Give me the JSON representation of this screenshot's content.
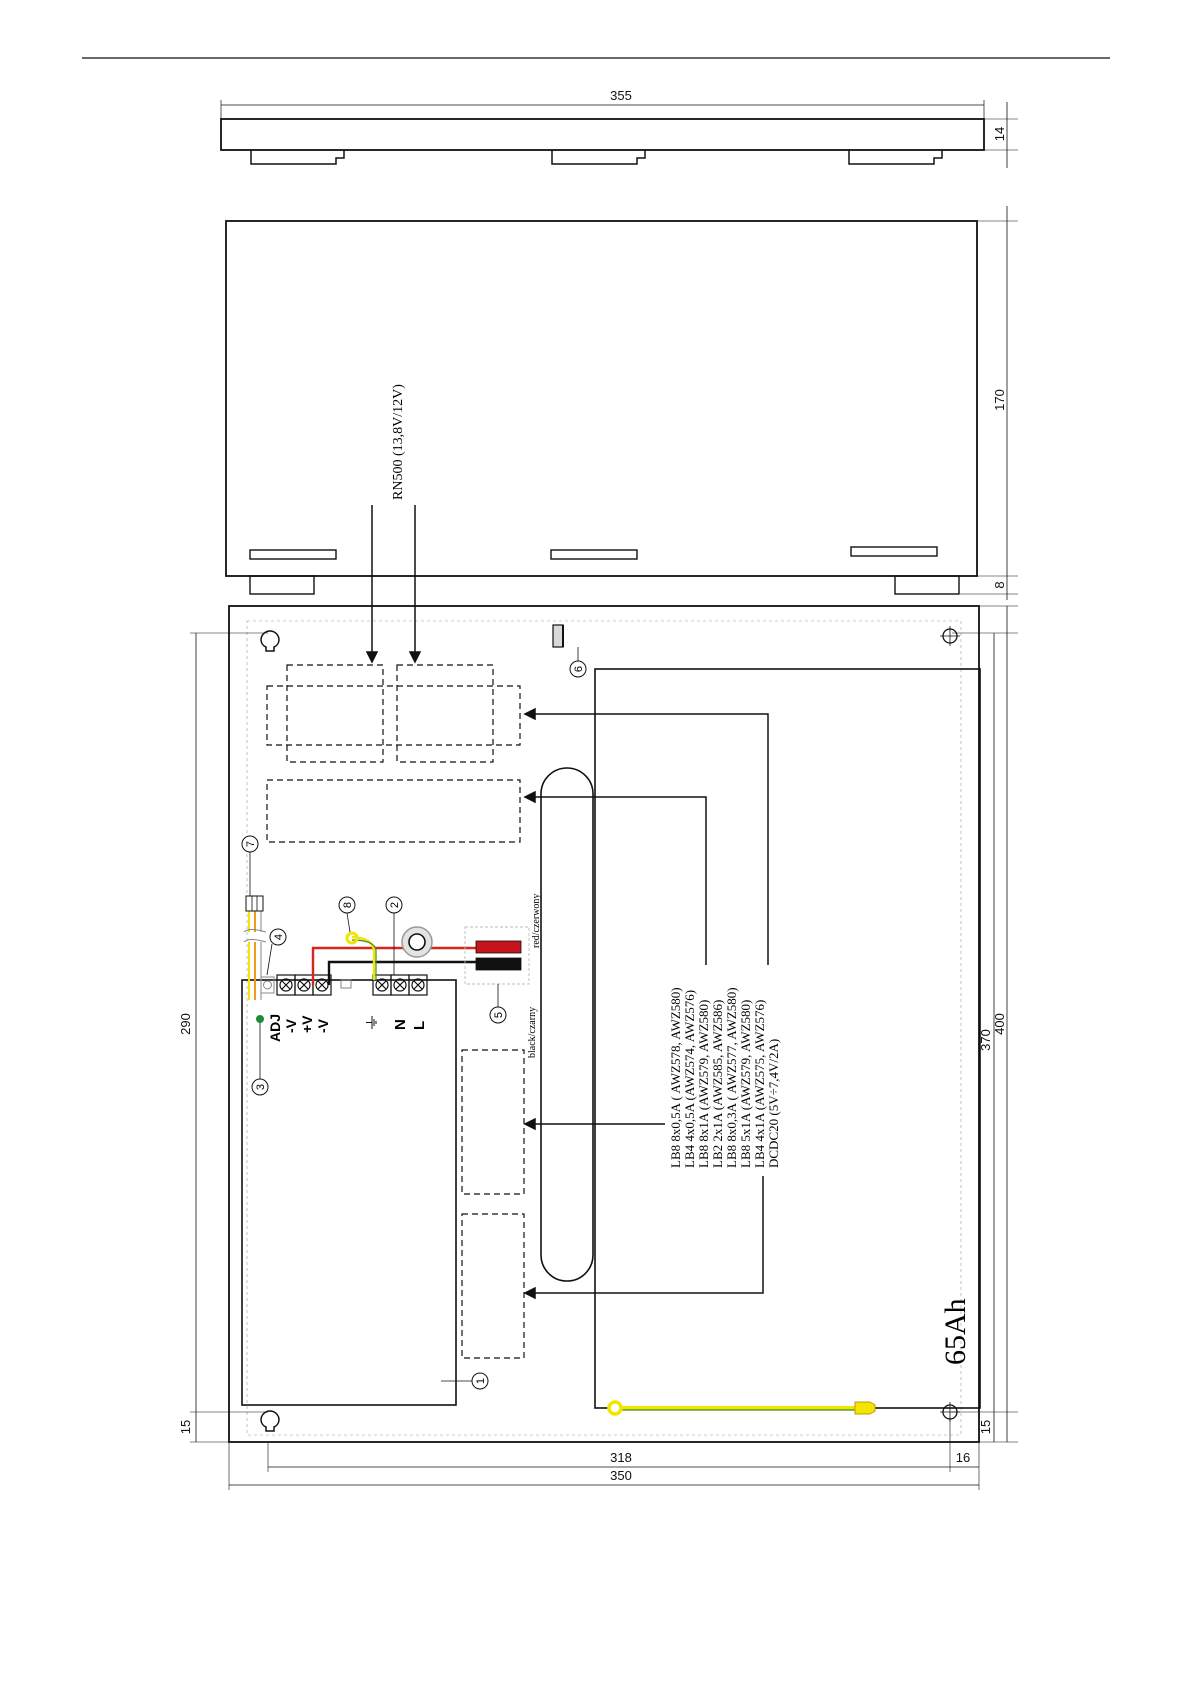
{
  "dimensions": {
    "lid_width": "355",
    "lid_thickness": "14",
    "cover_height": "170",
    "cover_gap": "8",
    "height_290": "290",
    "height_370": "370",
    "height_400": "400",
    "margin_15_left": "15",
    "margin_15_right": "15",
    "width_318": "318",
    "width_16": "16",
    "width_350": "350"
  },
  "labels": {
    "rn500": "RN500 (13,8V/12V)",
    "red_wire": "red/czerwony",
    "black_wire": "black/czarny",
    "battery": "65Ah",
    "module_list": [
      "LB8 8x0,5A ( AWZ578, AWZ580)",
      "LB4 4x0,5A (AWZ574, AWZ576)",
      "LB8 8x1A (AWZ579, AWZ580)",
      "LB2 2x1A (AWZ585, AWZ586)",
      "LB8 8x0,3A ( AWZ577, AWZ580)",
      "LB8 5x1A (AWZ579, AWZ580)",
      "LB4 4x1A (AWZ575, AWZ576)",
      "DCDC20 (5V÷7,4V/2A)"
    ],
    "terminals": {
      "adj": "ADJ",
      "minus_v1": "-V",
      "plus_v": "+V",
      "minus_v2": "-V",
      "n": "N",
      "l": "L"
    }
  },
  "callouts": [
    "1",
    "2",
    "3",
    "4",
    "5",
    "6",
    "7",
    "8"
  ],
  "colors": {
    "line": "#111111",
    "wire_red": "#d7261e",
    "wire_black": "#111111",
    "ground_yellow": "#f2e600",
    "ground_green": "#3a8f2e",
    "led_green": "#1d8a3a",
    "battery_red": "#c8141c",
    "wire_orange": "#f29b1f"
  }
}
